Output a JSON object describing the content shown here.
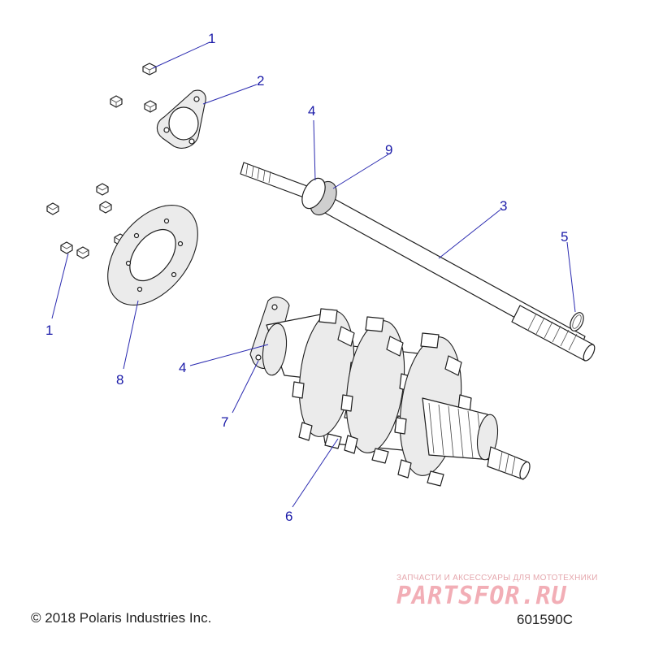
{
  "callouts": [
    {
      "id": "c1a",
      "label": "1"
    },
    {
      "id": "c2",
      "label": "2"
    },
    {
      "id": "c4a",
      "label": "4"
    },
    {
      "id": "c9",
      "label": "9"
    },
    {
      "id": "c3",
      "label": "3"
    },
    {
      "id": "c5",
      "label": "5"
    },
    {
      "id": "c1b",
      "label": "1"
    },
    {
      "id": "c8",
      "label": "8"
    },
    {
      "id": "c4b",
      "label": "4"
    },
    {
      "id": "c7",
      "label": "7"
    },
    {
      "id": "c6",
      "label": "6"
    }
  ],
  "footer": {
    "copyright": "© 2018 Polaris Industries Inc.",
    "diagram_id": "601590C"
  },
  "watermark": {
    "tagline": "ЗАПЧАСТИ И АКСЕССУАРЫ ДЛЯ МОТОТЕХНИКИ",
    "logo": "PARTSFOR.RU",
    "color": "#ef9ba4"
  },
  "colors": {
    "callout": "#1a1aa8",
    "line_art": "#1e1e1e"
  }
}
